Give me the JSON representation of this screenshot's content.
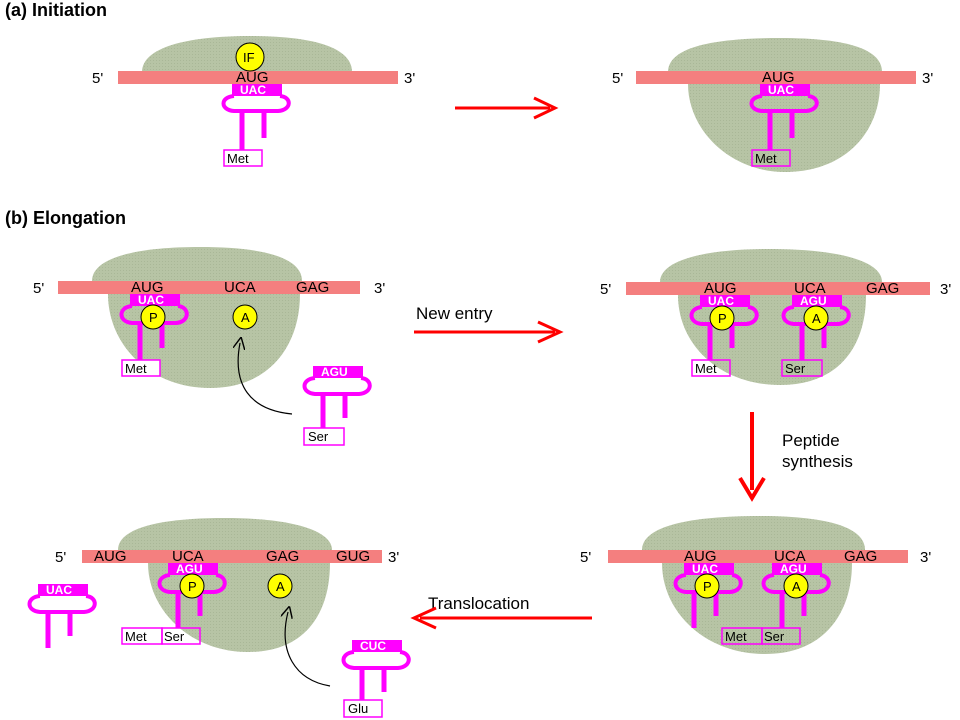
{
  "titles": {
    "a": "(a) Initiation",
    "b": "(b) Elongation"
  },
  "primes": {
    "five": "5'",
    "three": "3'"
  },
  "factor": "IF",
  "sites": {
    "p": "P",
    "a": "A"
  },
  "codons": {
    "aug": "AUG",
    "uca": "UCA",
    "gag": "GAG",
    "gug": "GUG"
  },
  "anticodons": {
    "uac": "UAC",
    "agu": "AGU",
    "cuc": "CUC"
  },
  "amino_acids": {
    "met": "Met",
    "ser": "Ser",
    "glu": "Glu"
  },
  "arrow_labels": {
    "new_entry": "New entry",
    "peptide_line1": "Peptide",
    "peptide_line2": "synthesis",
    "translocation": "Translocation"
  },
  "colors": {
    "mrna": "#f47f7f",
    "ribosome": "#b7c4a5",
    "trna": "#ff00ff",
    "site_marker": "#ffff00",
    "process_arrow": "#ff0000"
  }
}
